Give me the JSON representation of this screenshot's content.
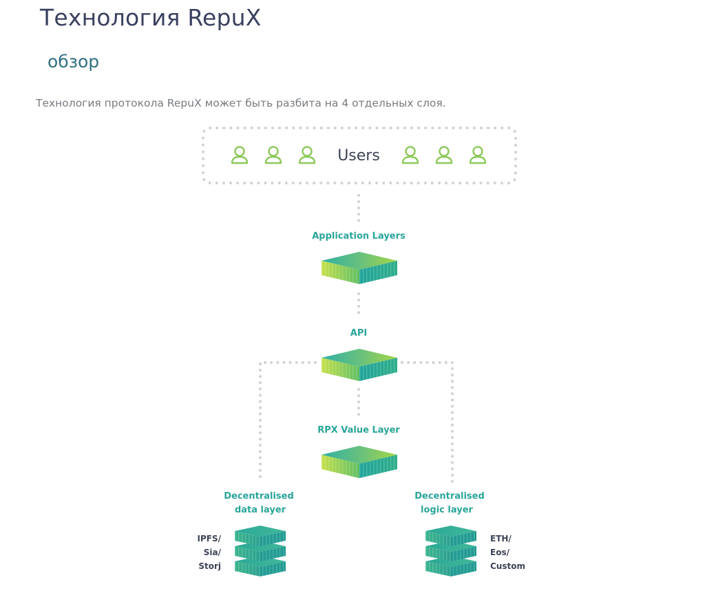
{
  "header": {
    "title": "Технология RepuX",
    "section": "обзор",
    "intro": "Технология протокола RepuX может быть разбита на 4 отдельных слоя."
  },
  "diagram": {
    "users_label": "Users",
    "user_icon_count": 6,
    "layers": {
      "application": "Application Layers",
      "api": "API",
      "rpx_value": "RPX Value Layer",
      "data_line1": "Decentralised",
      "data_line2": "data layer",
      "logic_line1": "Decentralised",
      "logic_line2": "logic layer"
    },
    "storage": {
      "line1": "IPFS/",
      "line2": "Sia/",
      "line3": "Storj"
    },
    "chains": {
      "line1": "ETH/",
      "line2": "Eos/",
      "line3": "Custom"
    },
    "colors": {
      "label_teal": "#2aa59a",
      "icon_green": "#8dc95a",
      "dots": "#cfd3d6",
      "block_top_left": "#36b3a0",
      "block_top_right": "#9fd34b"
    },
    "icons": [
      "user-icon",
      "layer-block-icon",
      "stacked-blocks-icon"
    ]
  }
}
